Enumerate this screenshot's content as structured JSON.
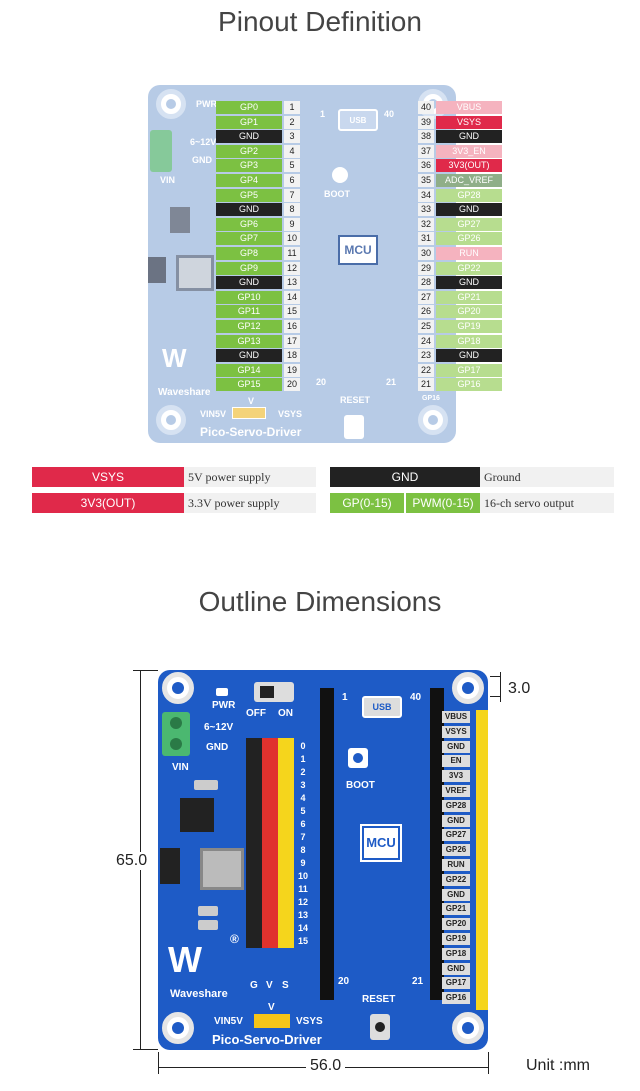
{
  "titles": {
    "pinout": "Pinout Definition",
    "outline": "Outline Dimensions"
  },
  "board1": {
    "left_pins": [
      {
        "label": "GP0",
        "num": "1",
        "color": "green"
      },
      {
        "label": "GP1",
        "num": "2",
        "color": "green"
      },
      {
        "label": "GND",
        "num": "3",
        "color": "black"
      },
      {
        "label": "GP2",
        "num": "4",
        "color": "green"
      },
      {
        "label": "GP3",
        "num": "5",
        "color": "green"
      },
      {
        "label": "GP4",
        "num": "6",
        "color": "green"
      },
      {
        "label": "GP5",
        "num": "7",
        "color": "green"
      },
      {
        "label": "GND",
        "num": "8",
        "color": "black"
      },
      {
        "label": "GP6",
        "num": "9",
        "color": "green"
      },
      {
        "label": "GP7",
        "num": "10",
        "color": "green"
      },
      {
        "label": "GP8",
        "num": "11",
        "color": "green"
      },
      {
        "label": "GP9",
        "num": "12",
        "color": "green"
      },
      {
        "label": "GND",
        "num": "13",
        "color": "black"
      },
      {
        "label": "GP10",
        "num": "14",
        "color": "green"
      },
      {
        "label": "GP11",
        "num": "15",
        "color": "green"
      },
      {
        "label": "GP12",
        "num": "16",
        "color": "green"
      },
      {
        "label": "GP13",
        "num": "17",
        "color": "green"
      },
      {
        "label": "GND",
        "num": "18",
        "color": "black"
      },
      {
        "label": "GP14",
        "num": "19",
        "color": "green"
      },
      {
        "label": "GP15",
        "num": "20",
        "color": "green"
      }
    ],
    "right_pins": [
      {
        "label": "VBUS",
        "num": "40",
        "color": "lpink"
      },
      {
        "label": "VSYS",
        "num": "39",
        "color": "red"
      },
      {
        "label": "GND",
        "num": "38",
        "color": "black"
      },
      {
        "label": "3V3_EN",
        "num": "37",
        "color": "lpink"
      },
      {
        "label": "3V3(OUT)",
        "num": "36",
        "color": "red"
      },
      {
        "label": "ADC_VREF",
        "num": "35",
        "color": "lblack2"
      },
      {
        "label": "GP28",
        "num": "34",
        "color": "lgreen"
      },
      {
        "label": "GND",
        "num": "33",
        "color": "black"
      },
      {
        "label": "GP27",
        "num": "32",
        "color": "lgreen"
      },
      {
        "label": "GP26",
        "num": "31",
        "color": "lgreen"
      },
      {
        "label": "RUN",
        "num": "30",
        "color": "lpink"
      },
      {
        "label": "GP22",
        "num": "29",
        "color": "lgreen"
      },
      {
        "label": "GND",
        "num": "28",
        "color": "black"
      },
      {
        "label": "GP21",
        "num": "27",
        "color": "lgreen"
      },
      {
        "label": "GP20",
        "num": "26",
        "color": "lgreen"
      },
      {
        "label": "GP19",
        "num": "25",
        "color": "lgreen"
      },
      {
        "label": "GP18",
        "num": "24",
        "color": "lgreen"
      },
      {
        "label": "GND",
        "num": "23",
        "color": "black"
      },
      {
        "label": "GP17",
        "num": "22",
        "color": "lgreen"
      },
      {
        "label": "GP16",
        "num": "21",
        "color": "lgreen"
      }
    ],
    "texts": {
      "pwr": "PWR",
      "vin_range": "6~12V",
      "gnd": "GND",
      "vin": "VIN",
      "usb": "USB",
      "boot": "BOOT",
      "mcu": "MCU",
      "reset": "RESET",
      "brand": "Waveshare",
      "vin5v": "VIN5V",
      "v": "V",
      "vsys": "VSYS",
      "name": "Pico-Servo-Driver",
      "pin1": "1",
      "pin40": "40",
      "pin20": "20",
      "pin21": "21",
      "gp16": "GP16"
    }
  },
  "legend": [
    {
      "tag": "VSYS",
      "desc": "5V power supply",
      "color": "#e0294a"
    },
    {
      "tag": "3V3(OUT)",
      "desc": "3.3V power supply",
      "color": "#e0294a"
    },
    {
      "tag": "GND",
      "desc": "Ground",
      "color": "#222222"
    },
    {
      "tag": "GP(0-15)",
      "tag2": "PWM(0-15)",
      "desc": "16-ch servo output",
      "color": "#7cc142"
    }
  ],
  "board2": {
    "texts": {
      "pwr": "PWR",
      "off": "OFF",
      "on": "ON",
      "vin_range": "6~12V",
      "gnd": "GND",
      "vin": "VIN",
      "pin1": "1",
      "pin40": "40",
      "usb": "USB",
      "boot": "BOOT",
      "mcu": "MCU",
      "pin20": "20",
      "pin21": "21",
      "brand": "Waveshare",
      "reset": "RESET",
      "vin5v": "VIN5V",
      "v": "V",
      "vsys": "VSYS",
      "name": "Pico-Servo-Driver",
      "g": "G",
      "vv": "V",
      "s": "S",
      "reg": "®"
    },
    "servo_nums": [
      "0",
      "1",
      "2",
      "3",
      "4",
      "5",
      "6",
      "7",
      "8",
      "9",
      "10",
      "11",
      "12",
      "13",
      "14",
      "15"
    ],
    "right_labels": [
      "VBUS",
      "VSYS",
      "GND",
      "EN",
      "3V3",
      "VREF",
      "GP28",
      "GND",
      "GP27",
      "GP26",
      "RUN",
      "GP22",
      "GND",
      "GP21",
      "GP20",
      "GP19",
      "GP18",
      "GND",
      "GP17",
      "GP16"
    ]
  },
  "dimensions": {
    "height": "65.0",
    "width": "56.0",
    "hole_offset": "3.0",
    "unit": "Unit :mm"
  }
}
